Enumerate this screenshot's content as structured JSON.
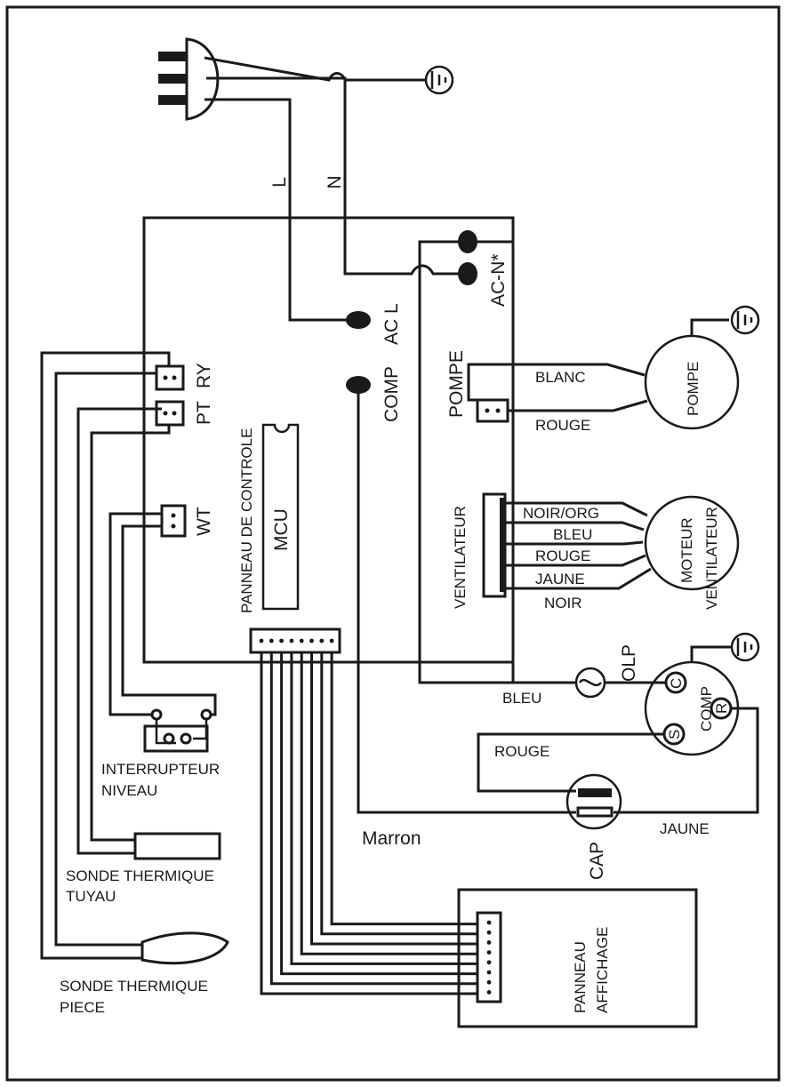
{
  "labels": {
    "line_l": "L",
    "line_n": "N",
    "ac_n": "AC-N*",
    "ac_l": "AC  L",
    "comp_term": "COMP",
    "ry": "RY",
    "pt": "PT",
    "wt": "WT",
    "control_panel": "PANNEAU DE CONTROLE",
    "mcu": "MCU",
    "pompe_conn": "POMPE",
    "pompe_motor": "POMPE",
    "blanc": "BLANC",
    "rouge_pump": "ROUGE",
    "ventilateur": "VENTILATEUR",
    "noir_org": "NOIR/ORG",
    "bleu_fan": "BLEU",
    "rouge_fan": "ROUGE",
    "jaune_fan": "JAUNE",
    "noir_fan": "NOIR",
    "moteur": "MOTEUR",
    "ventilateur_motor": "VENTILATEUR",
    "olp": "OLP",
    "bleu": "BLEU",
    "comp_motor": "COMP",
    "c": "C",
    "r": "R",
    "s": "S",
    "rouge_cap": "ROUGE",
    "jaune": "JAUNE",
    "marron": "Marron",
    "cap": "CAP",
    "interrupteur_line1": "INTERRUPTEUR",
    "interrupteur_line2": "NIVEAU",
    "sonde_tuyau_line1": "SONDE THERMIQUE",
    "sonde_tuyau_line2": "TUYAU",
    "sonde_piece_line1": "SONDE THERMIQUE",
    "sonde_piece_line2": "PIECE",
    "affichage_line1": "PANNEAU",
    "affichage_line2": "AFFICHAGE"
  }
}
